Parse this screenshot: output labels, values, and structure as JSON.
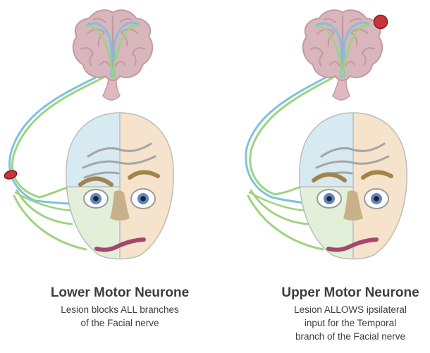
{
  "panels": [
    {
      "title": "Lower Motor Neurone",
      "description_lines": [
        "Lesion blocks ALL branches",
        "of the Facial nerve"
      ]
    },
    {
      "title": "Upper Motor Neurone",
      "description_lines": [
        "Lesion ALLOWS ipsilateral",
        "input for the Temporal",
        "branch of the Facial nerve"
      ]
    }
  ],
  "colors": {
    "brain": "#d9b5bc",
    "brain_outline": "#c39aa2",
    "brainstem": "#deb9bf",
    "face_upper_left": "#d7eaf1",
    "face_lower_left": "#e2f0d9",
    "face_right": "#f5e3cc",
    "nerve_blue": "#7ec2df",
    "nerve_green": "#9ed37f",
    "lesion": "#c9353a",
    "mouth": "#a6466e",
    "nose": "#c8b08a",
    "eyebrow": "#a2844a",
    "wrinkle": "#a5a5a5",
    "iris": "#5f86c4",
    "caption_text": "#3d3d3d"
  },
  "icons": [
    "brain-icon",
    "face-icon",
    "lesion-marker-icon"
  ]
}
